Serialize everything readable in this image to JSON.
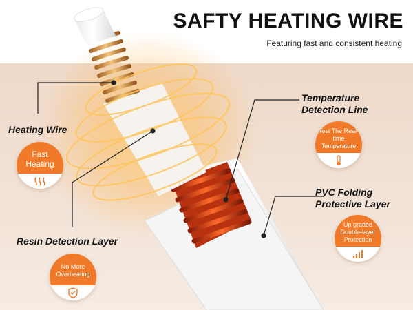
{
  "header": {
    "title": "SAFTY HEATING WIRE",
    "subtitle": "Featuring fast and consistent heating"
  },
  "callouts": [
    {
      "label": "Heating Wire",
      "badge": "Fast Heating",
      "icon": "heat-waves-icon"
    },
    {
      "label": "Resin Detection Layer",
      "badge": "No More Overheating",
      "icon": "shield-check-icon"
    },
    {
      "label": "Temperature Detection Line",
      "badge": "Test The Real-time Temperature",
      "icon": "thermometer-icon"
    },
    {
      "label": "PVC Folding Protective Layer",
      "badge": "Up graded Double-layer Protection",
      "icon": "signal-bars-icon"
    }
  ],
  "colors": {
    "accent": "#f07a2a",
    "heat_glow": "#ffb347",
    "coil_red": "#d9421a"
  }
}
